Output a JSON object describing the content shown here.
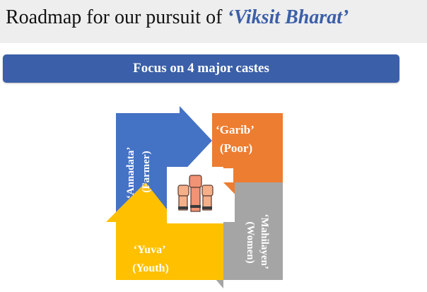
{
  "header": {
    "title_prefix": "Roadmap for our pursuit of ",
    "title_highlight": "‘Viksit Bharat’"
  },
  "banner": {
    "label": "Focus on 4 major castes"
  },
  "cycle": {
    "center_icon": "raised-fists-icon",
    "segments": [
      {
        "key": "annadata",
        "line1": "‘Annadata’",
        "line2": "(Farmer)",
        "color": "#4472c4"
      },
      {
        "key": "garib",
        "line1": "‘Garib’",
        "line2": "(Poor)",
        "color": "#ed7d31"
      },
      {
        "key": "mahilayen",
        "line1": "‘Mahilayen’",
        "line2": "(Women)",
        "color": "#a5a5a5"
      },
      {
        "key": "yuva",
        "line1": "‘Yuva’",
        "line2": "(Youth)",
        "color": "#ffc000"
      }
    ]
  },
  "colors": {
    "accent": "#3b5fa8",
    "title_bar": "#eeeeee"
  }
}
